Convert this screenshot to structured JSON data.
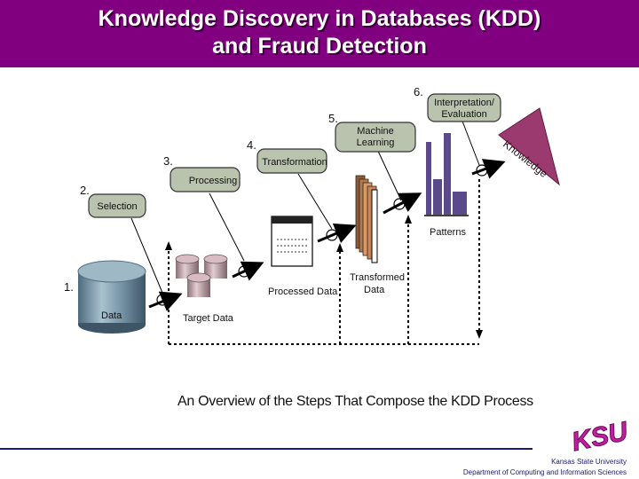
{
  "header": {
    "title_line1": "Knowledge Discovery in Databases (KDD)",
    "title_line2": "and Fraud Detection"
  },
  "steps": [
    {
      "num": "1.",
      "label": ""
    },
    {
      "num": "2.",
      "label": "Selection"
    },
    {
      "num": "3.",
      "label": "Processing"
    },
    {
      "num": "4.",
      "label": "Transformation"
    },
    {
      "num": "5.",
      "label": "Machine",
      "label2": "Learning"
    },
    {
      "num": "6.",
      "label": "Interpretation/",
      "label2": "Evaluation"
    }
  ],
  "items": {
    "data": "Data",
    "target_data": "Target Data",
    "processed_data": "Processed Data",
    "transformed_data_1": "Transformed",
    "transformed_data_2": "Data",
    "patterns": "Patterns",
    "knowledge": "Knowledge"
  },
  "caption": "An Overview of the Steps That Compose the KDD Process",
  "footer": {
    "logo": "KSU",
    "line1": "Kansas State University",
    "line2": "Department of Computing and Information Sciences"
  },
  "colors": {
    "header_bg": "#800080",
    "box_fill": "#b9c3ad",
    "patterns_bar": "#5a4a8c",
    "knowledge": "#9a3a6e",
    "logo": "#c020a0"
  }
}
